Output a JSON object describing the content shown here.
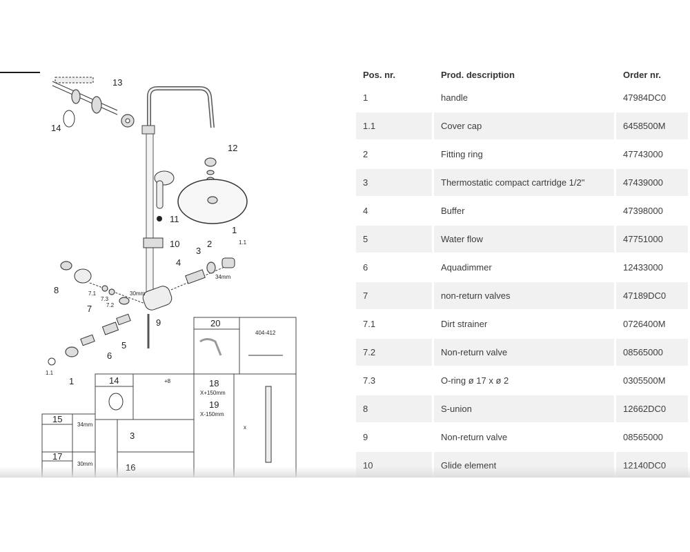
{
  "table": {
    "headers": [
      "Pos. nr.",
      "Prod. description",
      "Order nr."
    ],
    "rows": [
      {
        "pos": "1",
        "desc": "handle",
        "order": "47984DC0"
      },
      {
        "pos": "1.1",
        "desc": "Cover cap",
        "order": "6458500M"
      },
      {
        "pos": "2",
        "desc": "Fitting ring",
        "order": "47743000"
      },
      {
        "pos": "3",
        "desc": "Thermostatic compact cartridge 1/2\"",
        "order": "47439000"
      },
      {
        "pos": "4",
        "desc": "Buffer",
        "order": "47398000"
      },
      {
        "pos": "5",
        "desc": "Water flow",
        "order": "47751000"
      },
      {
        "pos": "6",
        "desc": "Aquadimmer",
        "order": "12433000"
      },
      {
        "pos": "7",
        "desc": "non-return valves",
        "order": "47189DC0"
      },
      {
        "pos": "7.1",
        "desc": "Dirt strainer",
        "order": "0726400M"
      },
      {
        "pos": "7.2",
        "desc": "Non-return valve",
        "order": "08565000"
      },
      {
        "pos": "7.3",
        "desc": "O-ring ø 17 x ø 2",
        "order": "0305500M"
      },
      {
        "pos": "8",
        "desc": "S-union",
        "order": "12662DC0"
      },
      {
        "pos": "9",
        "desc": "Non-return valve",
        "order": "08565000"
      },
      {
        "pos": "10",
        "desc": "Glide element",
        "order": "12140DC0"
      }
    ]
  },
  "diagram": {
    "callouts": {
      "c13": "13",
      "c14": "14",
      "c12": "12",
      "c11": "11",
      "c10": "10",
      "c1": "1",
      "c1_1": "1.1",
      "c2": "2",
      "c3": "3",
      "c4": "4",
      "c9": "9",
      "c8": "8",
      "c7": "7",
      "c7_1": "7.1",
      "c7_2": "7.2",
      "c7_3": "7.3",
      "c5": "5",
      "c6": "6",
      "c1b": "1",
      "c1_1b": "1.1"
    },
    "dims": {
      "d34mm": "34mm",
      "d30mm": "30mm",
      "d34mm_b": "34mm",
      "d30mm_b": "30mm",
      "d404": "404-412",
      "d8": "+8",
      "dx": "x"
    },
    "boxes": {
      "b20": "20",
      "b14": "14",
      "b18": "18",
      "b18_sub": "X+150mm",
      "b19": "19",
      "b19_sub": "X-150mm",
      "b15": "15",
      "b17": "17",
      "b3": "3",
      "b16": "16"
    }
  }
}
